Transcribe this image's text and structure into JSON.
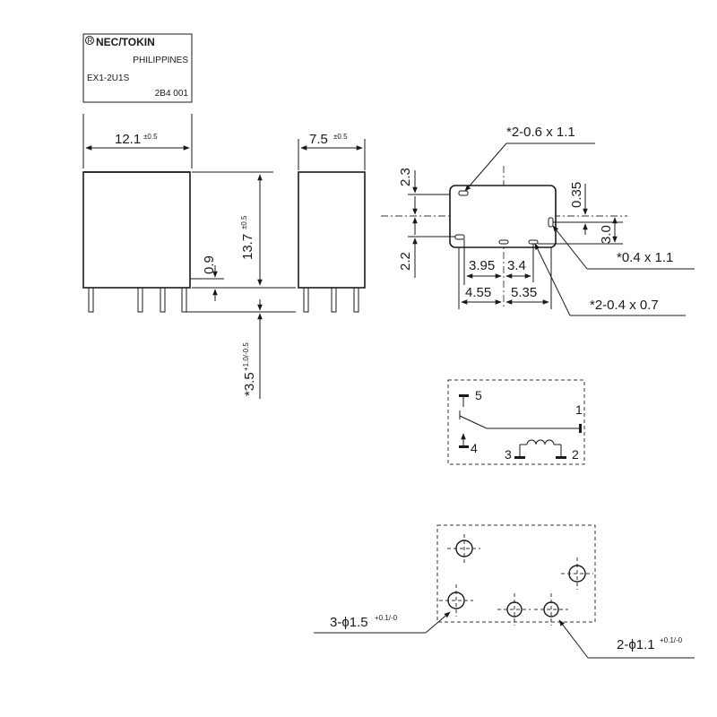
{
  "label_plate": {
    "brand": "NEC/TOKIN",
    "origin": "PHILIPPINES",
    "model": "EX1-2U1S",
    "code": "2B4 001"
  },
  "front_view": {
    "width": {
      "value": "12.1",
      "tol": "±0.5"
    },
    "height": {
      "value": "13.7",
      "tol": "±0.5"
    },
    "standoff": {
      "value": "0.9"
    },
    "pin_length": {
      "value": "*3.5",
      "tol": "+1.0/-0.5"
    }
  },
  "side_view": {
    "depth": {
      "value": "7.5",
      "tol": "±0.5"
    }
  },
  "bottom_view": {
    "dims": {
      "top_offset": "2.3",
      "bottom_offset": "2.2",
      "right_short": "0.35",
      "right_tall": "3.0",
      "row1_a": "3.95",
      "row1_b": "3.4",
      "row2_a": "4.55",
      "row2_b": "5.35"
    },
    "callouts": {
      "top_pin": "*2-0.6 x 1.1",
      "side_pin": "*0.4 x 1.1",
      "bottom_pins": "*2-0.4 x 0.7"
    }
  },
  "schematic": {
    "pins": [
      "5",
      "1",
      "4",
      "3",
      "2"
    ]
  },
  "pcb_layout": {
    "hole_a": {
      "value": "3-ϕ1.5",
      "tol": "+0.1/-0"
    },
    "hole_b": {
      "value": "2-ϕ1.1",
      "tol": "+0.1/-0"
    }
  }
}
